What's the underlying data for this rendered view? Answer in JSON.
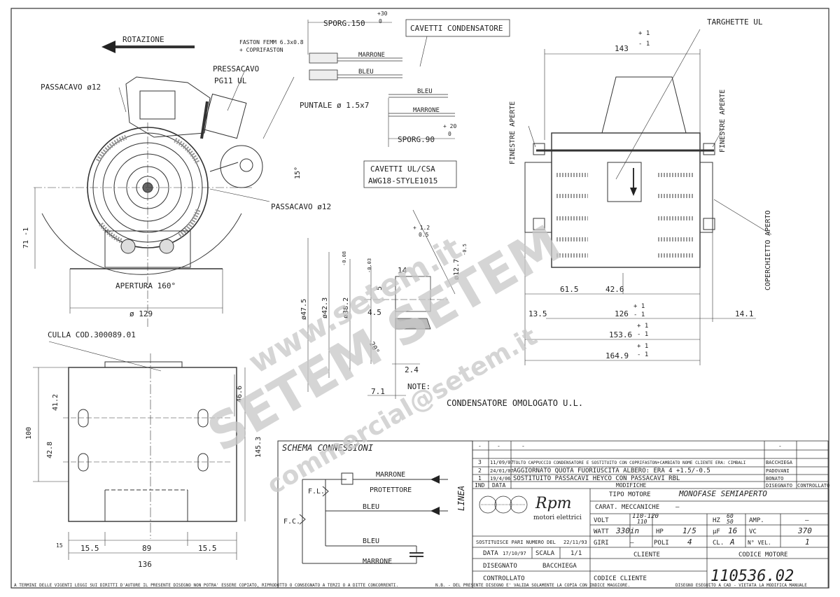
{
  "drawing": {
    "direction_label": "ROTAZIONE",
    "labels": {
      "passacavo_top": "PASSACAVO ø12",
      "pressacavo": "PRESSACAVO",
      "pressacavo_spec": "PG11 UL",
      "fastons": "FASTON FEMM 6.3x0.8",
      "coprifaston": "+ COPRIFASTON",
      "sporg150": "SPORG.150",
      "sporg150_tol_up": "+30",
      "sporg150_tol_down": "0",
      "cavetti_condensatore": "CAVETTI CONDENSATORE",
      "marrone": "MARRONE",
      "bleu": "BLEU",
      "puntale": "PUNTALE ø 1.5x7",
      "sporg90": "SPORG.90",
      "sporg90_tol_up": "+ 20",
      "sporg90_tol_down": "0",
      "cavetti_ul_csa": "CAVETTI UL/CSA",
      "awg": "AWG18-STYLE1015",
      "passacavo_bottom": "PASSACAVO ø12",
      "angle15": "15°",
      "apertura": "APERTURA 160°",
      "d129": "ø 129",
      "dim71": "71 -1",
      "dim71_tol": "+ 1",
      "culla": "CULLA COD.300089.01",
      "targhette": "TARGHETTE UL",
      "finestre_left": "FINESTRE APERTE",
      "finestre_right": "FINESTRE APERTE",
      "coperchietto": "COPERCHIETTO APERTO",
      "d143": "143",
      "d143_tol_up": "+ 1",
      "d143_tol_down": "- 1",
      "d61_5": "61.5",
      "d42_6": "42.6",
      "d126": "126",
      "d153_6": "153.6",
      "d164_9": "164.9",
      "tol_plus1": "+ 1",
      "tol_minus1": "- 1",
      "d14_1": "14.1",
      "d13_5": "13.5",
      "d14": "14",
      "d47_5": "ø47.5",
      "d42_3": "ø42.3",
      "d38_2": "ø38.2",
      "d12_7": "ø12.7",
      "d12_7_tol": "-0.5",
      "d5": "5",
      "d5_tol": "-0.03",
      "d42_3_tol": "-0.08",
      "d47_tol": "+ 1.2",
      "d47_tol2": "0.5",
      "d4_5": "4.5",
      "d20deg": "20°",
      "d2_4": "2.4",
      "d7_1": "7.1",
      "note": "NOTE:",
      "note_text": "CONDENSATORE OMOLOGATO U.L.",
      "d41_2": "41.2",
      "d42_8": "42.8",
      "d100": "100",
      "d46_6": "46.6",
      "d145_3": "145.3",
      "d15_5a": "15.5",
      "d89": "89",
      "d15_5b": "15.5",
      "d136": "136",
      "d15": "15"
    },
    "schema": {
      "title": "SCHEMA CONNESSIONI",
      "marrone_top": "MARRONE",
      "protettore": "PROTETTORE",
      "bleu_mid": "BLEU",
      "bleu_low": "BLEU",
      "marrone_low": "MARRONE",
      "linea": "LINEA",
      "fl": "F.L.",
      "fc": "F.C."
    },
    "revisions": [
      {
        "ind": "-",
        "date": "-",
        "text": "-",
        "by": "-"
      },
      {
        "ind": "3",
        "date": "11/09/07",
        "text": "TOLTO CAPPUCCIO CONDENSATORE E SOSTITUITO CON COPRIFASTON+CAMBIATO NOME CLIENTE ERA: CIMBALI",
        "by": "BACCHIEGA"
      },
      {
        "ind": "2",
        "date": "24/01/07",
        "text": "AGGIORNATO QUOTA FUORIUSCITA ALBERO: ERA 4 +1.5/-0.5",
        "by": "PADOVANI"
      },
      {
        "ind": "1",
        "date": "19/4/06",
        "text": "SOSTITUITO PASSACAVI HEYCO CON PASSACAVI RBL",
        "by": "BONATO"
      }
    ],
    "revision_headers": {
      "ind": "IND",
      "data": "DATA",
      "modifiche": "MODIFICHE",
      "disegnato": "DISEGNATO",
      "controllato": "CONTROLLATO"
    },
    "titleblock": {
      "brand": "Rpm",
      "brand_sub": "motori elettrici",
      "tipo_motore_label": "TIPO MOTORE",
      "tipo_motore": "MONOFASE SEMIAPERTO",
      "carat_label": "CARAT. MECCANICHE",
      "carat_value": "—",
      "volt_label": "VOLT",
      "volt_value": "110-120",
      "volt_value2": "110",
      "hz_label": "HZ",
      "hz_value": "60",
      "hz_value2": "50",
      "amp_label": "AMP.",
      "amp_value": "—",
      "watt_label": "WATT",
      "watt_value": "330in",
      "hp_label": "HP",
      "hp_value": "1/5",
      "uf_label": "µF",
      "uf_value": "16",
      "vc_label": "VC",
      "vc_value": "370",
      "giri_label": "GIRI",
      "giri_value": "—",
      "poli_label": "POLI",
      "poli_value": "4",
      "cl_label": "CL.",
      "cl_value": "A",
      "nvel_label": "N° VEL.",
      "nvel_value": "1",
      "sostituisce": "SOSTITUISCE PARI NUMERO DEL",
      "sostituisce_date": "22/11/93",
      "data_label": "DATA",
      "data_value": "17/10/97",
      "scala_label": "SCALA",
      "scala_value": "1/1",
      "cliente_label": "CLIENTE",
      "codice_motore_label": "CODICE MOTORE",
      "codice_motore": "110536.02",
      "disegnato_label": "DISEGNATO",
      "disegnato_value": "BACCHIEGA",
      "controllato_label": "CONTROLLATO",
      "codice_cliente_label": "CODICE CLIENTE"
    },
    "footer": {
      "left": "A TERMINI DELLE VIGENTI LEGGI SUI DIRITTI D'AUTORE IL PRESENTE DISEGNO NON POTRA' ESSERE COPIATO, RIPRODOTTO O CONSEGNATO A TERZI O A DITTE CONCORRENTI.",
      "mid": "N.B. - DEL PRESENTE DISEGNO E' VALIDA SOLAMENTE LA COPIA CON INDICE MAGGIORE.",
      "right": "DISEGNO ESEGUITO A CAD - VIETATA LA MODIFICA MANUALE"
    },
    "watermark": {
      "line1": "www.setem.it",
      "line2": "SETEM SETEM",
      "line3": "commercial@setem.it"
    }
  }
}
